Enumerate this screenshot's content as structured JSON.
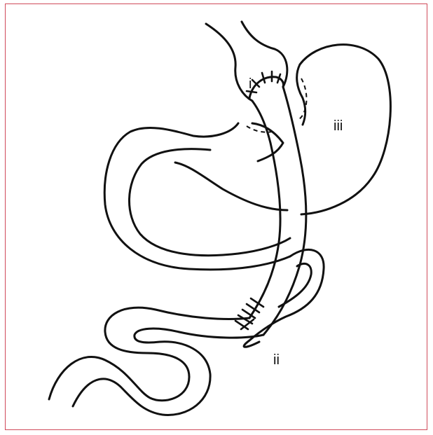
{
  "figure": {
    "labels": {
      "i": "i",
      "ii": "ii",
      "iii": "iii"
    },
    "colors": {
      "border": "#d04a5a",
      "stroke": "#111111",
      "background": "#ffffff"
    }
  }
}
